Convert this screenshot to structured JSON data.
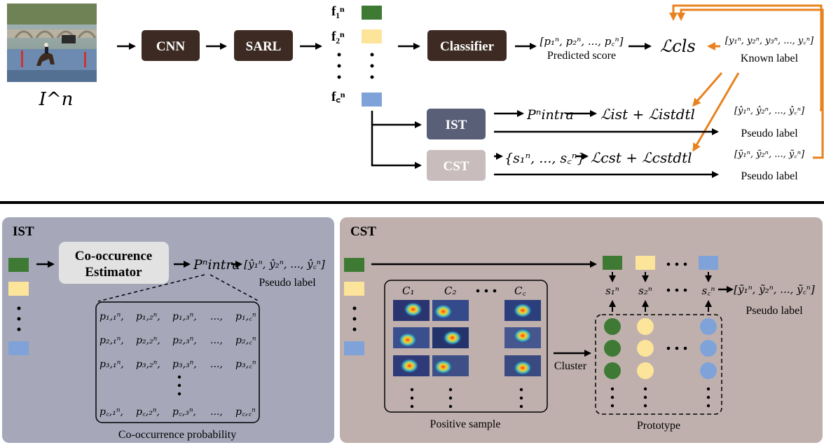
{
  "top": {
    "input_caption": "I^n",
    "cnn": "CNN",
    "sarl": "SARL",
    "classifier": "Classifier",
    "ist": "IST",
    "cst": "CST",
    "features": [
      "f₁ⁿ",
      "f₂ⁿ",
      "f꜀ⁿ"
    ],
    "predicted_vec": "[p₁ⁿ, p₂ⁿ, ..., p꜀ⁿ]",
    "predicted_score": "Predicted score",
    "loss_cls": "ℒcls",
    "known_vec": "[y₁ⁿ, y₂ⁿ, y₃ⁿ, ..., y꜀ⁿ]",
    "known_label": "Known label",
    "p_intra": "Pⁿintra",
    "loss_ist": "ℒist + ℒistdtl",
    "hat_vec": "[ŷ₁ⁿ, ŷ₂ⁿ, ..., ŷ꜀ⁿ]",
    "pseudo_label": "Pseudo label",
    "s_set": "{s₁ⁿ, ..., s꜀ⁿ}",
    "loss_cst": "ℒcst + ℒcstdtl",
    "tilde_vec": "[ỹ₁ⁿ, ỹ₂ⁿ, ..., ỹ꜀ⁿ]"
  },
  "ist_panel": {
    "title": "IST",
    "estimator_line1": "Co-occurence",
    "estimator_line2": "Estimator",
    "p_intra": "Pⁿintra",
    "hat_vec": "[ŷ₁ⁿ, ŷ₂ⁿ, ..., ŷ꜀ⁿ]",
    "pseudo_label": "Pseudo label",
    "matrix_rows": [
      [
        "p₁,₁ⁿ,",
        "p₁,₂ⁿ,",
        "p₁,₃ⁿ,",
        "...,",
        "p₁,꜀ⁿ"
      ],
      [
        "p₂,₁ⁿ,",
        "p₂,₂ⁿ,",
        "p₂,₃ⁿ,",
        "...,",
        "p₂,꜀ⁿ"
      ],
      [
        "p₃,₁ⁿ,",
        "p₃,₂ⁿ,",
        "p₃,₃ⁿ,",
        "...,",
        "p₃,꜀ⁿ"
      ],
      [
        "p꜀,₁ⁿ,",
        "p꜀,₂ⁿ,",
        "p꜀,₃ⁿ,",
        "...,",
        "p꜀,꜀ⁿ"
      ]
    ],
    "caption": "Co-occurrence probability"
  },
  "cst_panel": {
    "title": "CST",
    "class_headers": [
      "C₁",
      "C₂",
      "C꜀"
    ],
    "positive_sample": "Positive sample",
    "cluster": "Cluster",
    "scores": [
      "s₁ⁿ",
      "s₂ⁿ",
      "s꜀ⁿ"
    ],
    "tilde_vec": "[ỹ₁ⁿ, ỹ₂ⁿ, ..., ỹ꜀ⁿ]",
    "pseudo_label": "Pseudo label",
    "prototype": "Prototype"
  },
  "colors": {
    "dark_brown": "#3d2b23",
    "ist_box": "#5a5f78",
    "cst_box": "#c9bcbc",
    "ist_bg": "#a6a8ba",
    "cst_bg": "#bfb0ad",
    "green": "#3f7a35",
    "yellow": "#fce59a",
    "blue": "#7fa3d8",
    "orange": "#e8821e"
  }
}
